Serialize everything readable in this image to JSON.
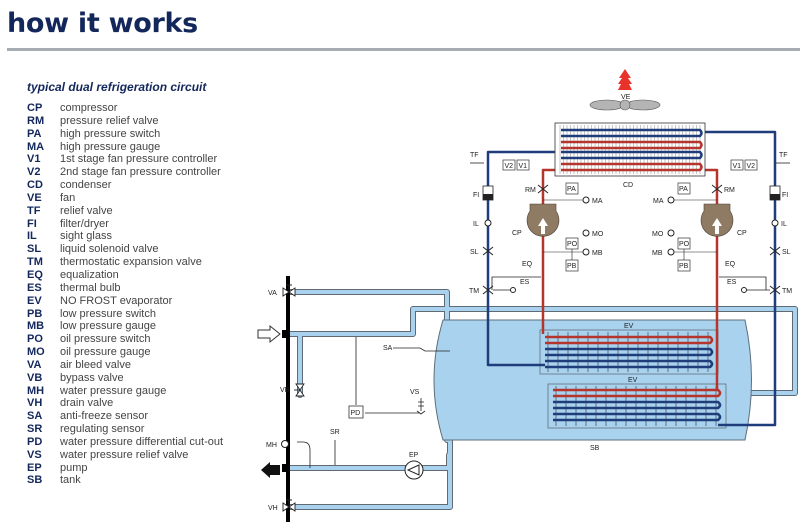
{
  "header": {
    "title": "how it works"
  },
  "legend": {
    "subtitle": "typical dual refrigeration circuit",
    "items": [
      {
        "code": "CP",
        "label": "compressor"
      },
      {
        "code": "RM",
        "label": "pressure relief valve"
      },
      {
        "code": "PA",
        "label": "high pressure switch"
      },
      {
        "code": "MA",
        "label": "high pressure gauge"
      },
      {
        "code": "V1",
        "label": "1st stage fan pressure controller"
      },
      {
        "code": "V2",
        "label": "2nd stage fan pressure controller"
      },
      {
        "code": "CD",
        "label": "condenser"
      },
      {
        "code": "VE",
        "label": "fan"
      },
      {
        "code": "TF",
        "label": "relief valve"
      },
      {
        "code": "FI",
        "label": "filter/dryer"
      },
      {
        "code": "IL",
        "label": "sight glass"
      },
      {
        "code": "SL",
        "label": "liquid solenoid valve"
      },
      {
        "code": "TM",
        "label": "thermostatic expansion valve"
      },
      {
        "code": "EQ",
        "label": "equalization"
      },
      {
        "code": "ES",
        "label": "thermal bulb"
      },
      {
        "code": "EV",
        "label": "NO FROST evaporator"
      },
      {
        "code": "PB",
        "label": "low pressure switch"
      },
      {
        "code": "MB",
        "label": "low pressure gauge"
      },
      {
        "code": "PO",
        "label": "oil pressure switch"
      },
      {
        "code": "MO",
        "label": "oil pressure gauge"
      },
      {
        "code": "VA",
        "label": "air bleed valve"
      },
      {
        "code": "VB",
        "label": "bypass valve"
      },
      {
        "code": "MH",
        "label": "water pressure gauge"
      },
      {
        "code": "VH",
        "label": "drain valve"
      },
      {
        "code": "SA",
        "label": "anti-freeze sensor"
      },
      {
        "code": "SR",
        "label": "regulating sensor"
      },
      {
        "code": "PD",
        "label": "water pressure differential cut-out"
      },
      {
        "code": "VS",
        "label": "water pressure relief valve"
      },
      {
        "code": "EP",
        "label": "pump"
      },
      {
        "code": "SB",
        "label": "tank"
      }
    ]
  },
  "diagram": {
    "labels": {
      "ve": "VE",
      "cd": "CD",
      "tf": "TF",
      "fi": "FI",
      "il": "IL",
      "sl": "SL",
      "tm": "TM",
      "es": "ES",
      "eq": "EQ",
      "rm": "RM",
      "pa": "PA",
      "ma": "MA",
      "cp": "CP",
      "mo": "MO",
      "po": "PO",
      "mb": "MB",
      "pb": "PB",
      "v1": "V1",
      "v2": "V2",
      "ev": "EV",
      "sb": "SB",
      "va": "VA",
      "sa": "SA",
      "vb": "VB",
      "vs": "VS",
      "pd": "PD",
      "mh": "MH",
      "sr": "SR",
      "ep": "EP",
      "vh": "VH"
    },
    "colors": {
      "hot_line": "#b5342c",
      "cold_line": "#1f3d7a",
      "water": "#a9d2ee",
      "compressor": "#8f7b64",
      "fan_arrow": "#e8322a",
      "fan": "#b4b4b4"
    }
  }
}
